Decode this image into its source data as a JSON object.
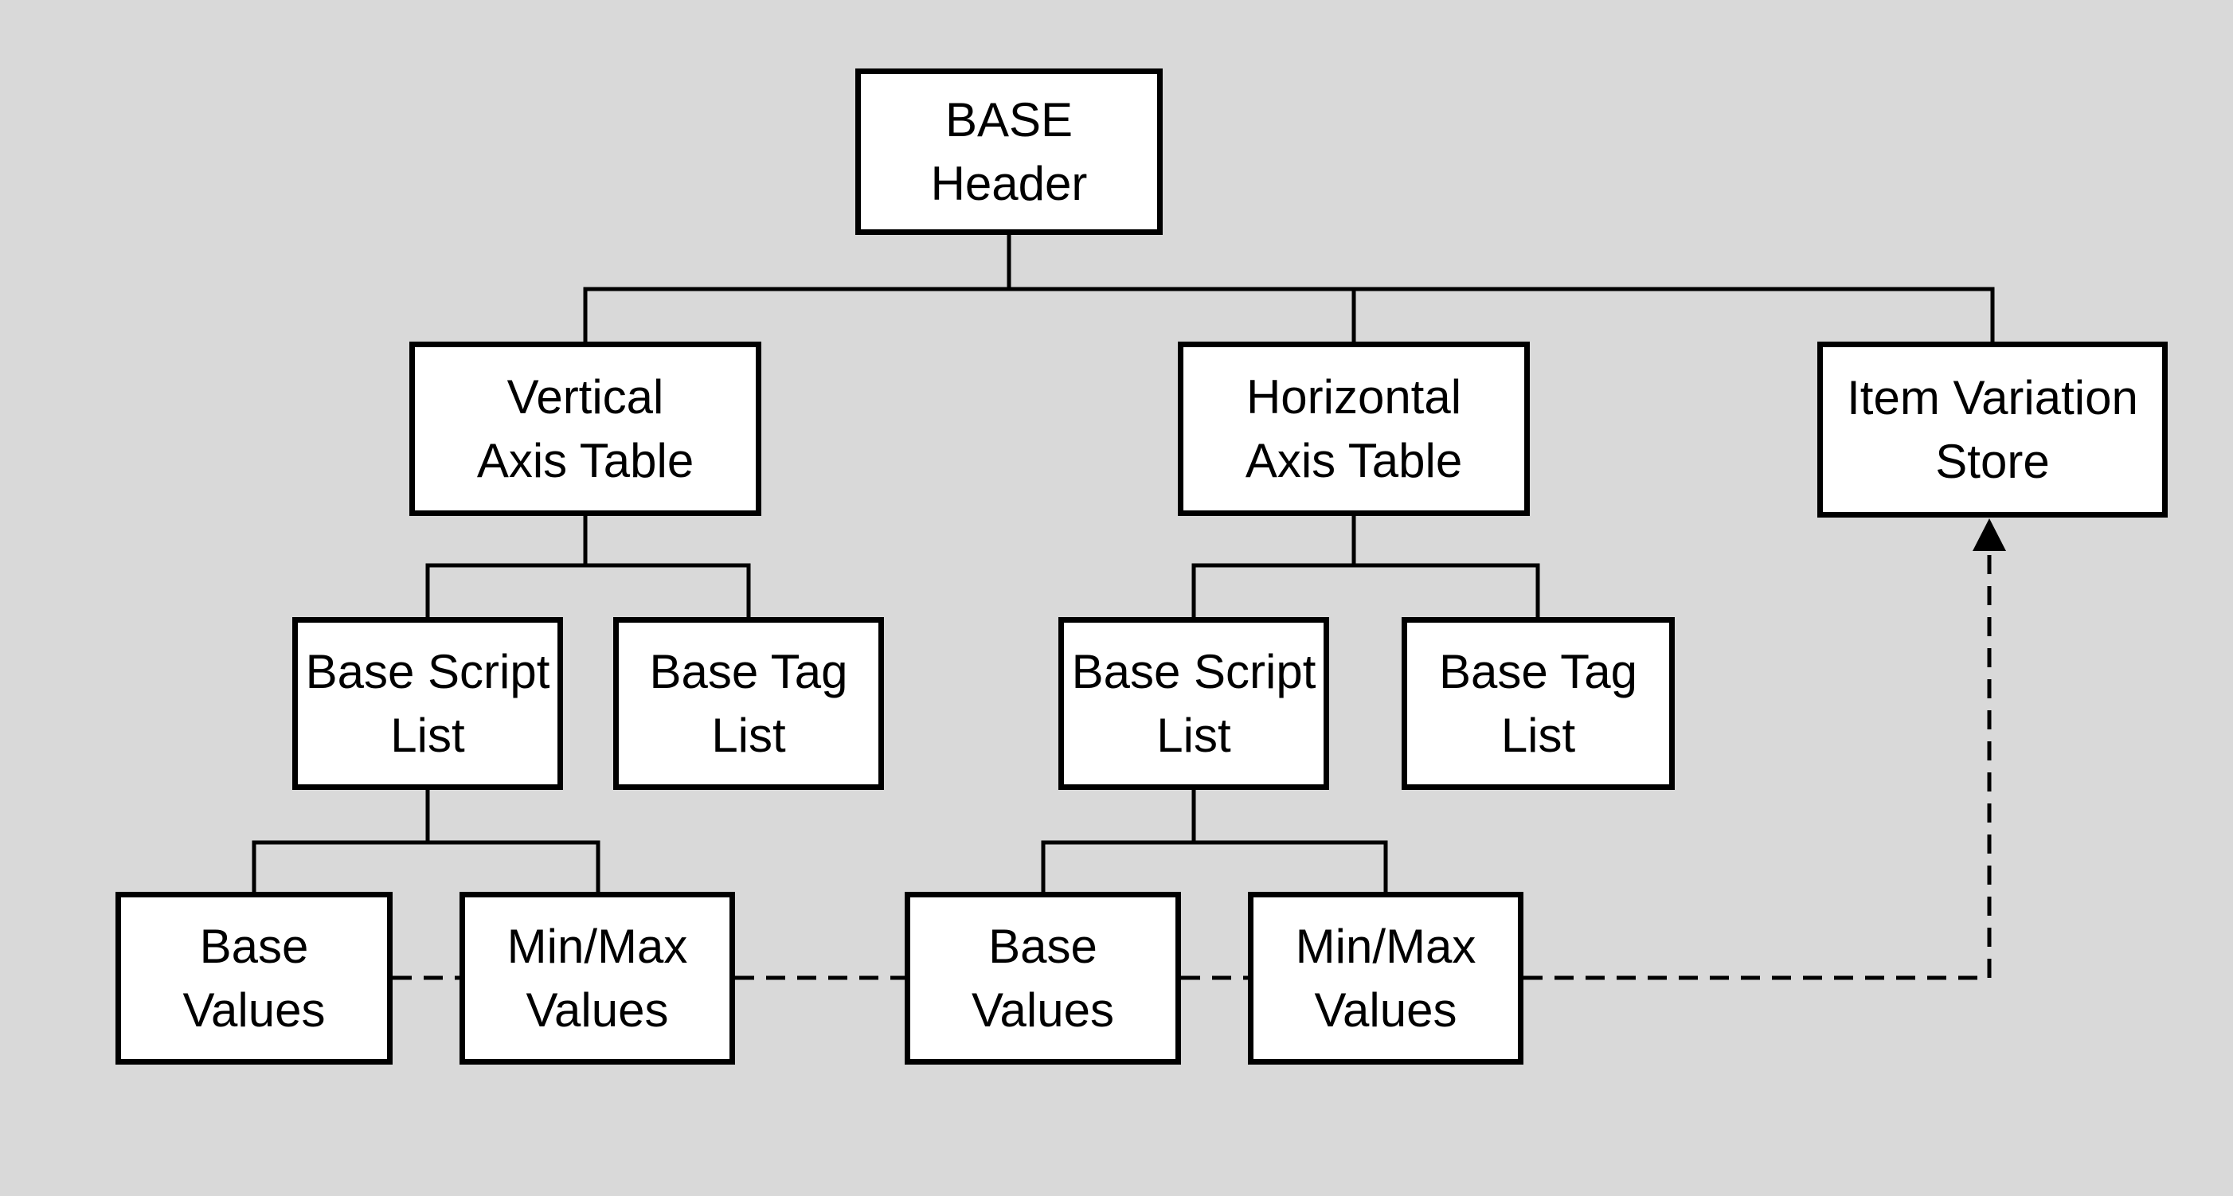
{
  "diagram": {
    "type": "hierarchy-tree",
    "styles": {
      "background": "#d9d9d9",
      "node_fill": "#ffffff",
      "node_border": "#000000",
      "connector_color": "#000000"
    },
    "nodes": {
      "base_header": {
        "label": "BASE\nHeader"
      },
      "vertical_axis_table": {
        "label": "Vertical\nAxis Table"
      },
      "horizontal_axis_table": {
        "label": "Horizontal\nAxis Table"
      },
      "item_variation_store": {
        "label": "Item Variation\nStore"
      },
      "v_base_script_list": {
        "label": "Base Script\nList"
      },
      "v_base_tag_list": {
        "label": "Base Tag\nList"
      },
      "h_base_script_list": {
        "label": "Base Script\nList"
      },
      "h_base_tag_list": {
        "label": "Base Tag\nList"
      },
      "v_base_values": {
        "label": "Base\nValues"
      },
      "v_minmax_values": {
        "label": "Min/Max\nValues"
      },
      "h_base_values": {
        "label": "Base\nValues"
      },
      "h_minmax_values": {
        "label": "Min/Max\nValues"
      }
    },
    "edges": [
      {
        "from": "base_header",
        "to": "vertical_axis_table",
        "style": "solid"
      },
      {
        "from": "base_header",
        "to": "horizontal_axis_table",
        "style": "solid"
      },
      {
        "from": "base_header",
        "to": "item_variation_store",
        "style": "solid"
      },
      {
        "from": "vertical_axis_table",
        "to": "v_base_script_list",
        "style": "solid"
      },
      {
        "from": "vertical_axis_table",
        "to": "v_base_tag_list",
        "style": "solid"
      },
      {
        "from": "horizontal_axis_table",
        "to": "h_base_script_list",
        "style": "solid"
      },
      {
        "from": "horizontal_axis_table",
        "to": "h_base_tag_list",
        "style": "solid"
      },
      {
        "from": "v_base_script_list",
        "to": "v_base_values",
        "style": "solid"
      },
      {
        "from": "v_base_script_list",
        "to": "v_minmax_values",
        "style": "solid"
      },
      {
        "from": "h_base_script_list",
        "to": "h_base_values",
        "style": "solid"
      },
      {
        "from": "h_base_script_list",
        "to": "h_minmax_values",
        "style": "solid"
      },
      {
        "from": "v_base_values",
        "to": "v_minmax_values",
        "style": "dashed"
      },
      {
        "from": "v_minmax_values",
        "to": "h_base_values",
        "style": "dashed"
      },
      {
        "from": "h_base_values",
        "to": "h_minmax_values",
        "style": "dashed"
      },
      {
        "from": "h_minmax_values",
        "to": "item_variation_store",
        "style": "dashed-arrow"
      }
    ]
  }
}
